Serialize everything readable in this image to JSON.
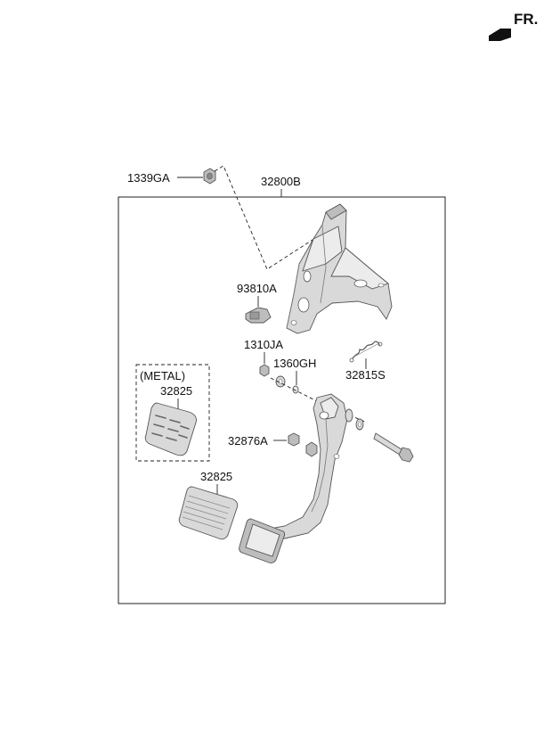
{
  "direction_label": "FR.",
  "labels": {
    "nut": "1339GA",
    "bracket_assembly": "32800B",
    "switch": "93810A",
    "bushing_nut": "1310JA",
    "washer": "1360GH",
    "return_spring": "32815S",
    "metal_variant": "(METAL)",
    "metal_pad": "32825",
    "stopper": "32876A",
    "pad": "32825"
  },
  "colors": {
    "part_fill": "#d9d9d9",
    "outline": "#555555",
    "text": "#111111"
  }
}
